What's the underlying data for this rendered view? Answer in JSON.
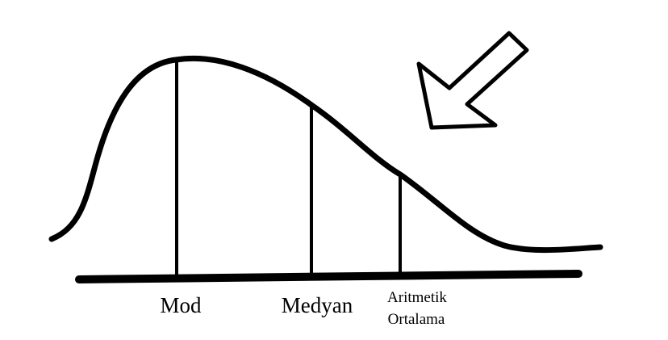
{
  "labels": {
    "mode": "Mod",
    "median": "Medyan",
    "mean_line1": "Aritmetik",
    "mean_line2": "Ortalama"
  },
  "colors": {
    "ink": "#000000",
    "background": "#ffffff"
  },
  "arrow": {
    "icon": "arrow-down-left-icon",
    "direction": "down-left"
  }
}
